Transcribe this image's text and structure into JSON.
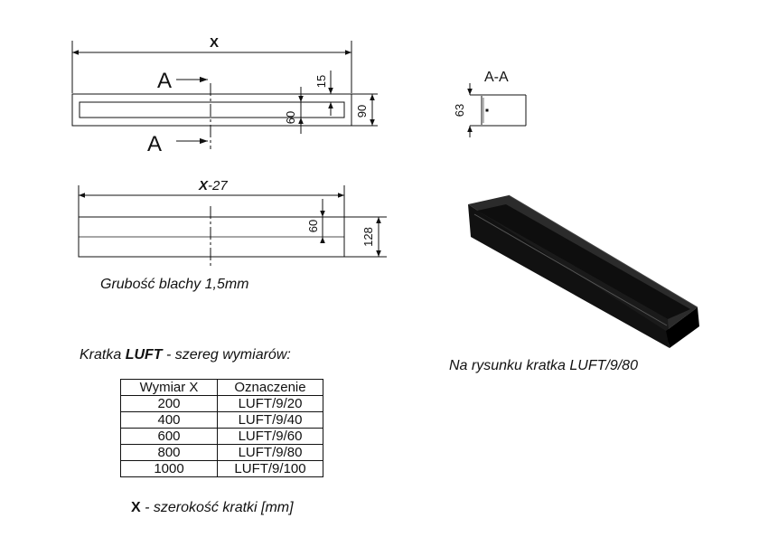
{
  "drawing": {
    "top_view": {
      "width_label": "X",
      "section_marker_top": "A",
      "section_marker_bottom": "A",
      "dim_inner": "60",
      "dim_flange": "15",
      "dim_height": "90"
    },
    "section_view": {
      "title": "A-A",
      "dim_depth": "63"
    },
    "front_view": {
      "width_label_bold": "X",
      "width_label_suffix": "-27",
      "dim_inner": "60",
      "dim_height": "128"
    },
    "thickness_note": "Grubość blachy 1,5mm",
    "illustration_caption": "Na rysunku kratka LUFT/9/80"
  },
  "series": {
    "prefix": "Kratka ",
    "name": "LUFT",
    "suffix": " - szereg wymiarów:"
  },
  "table": {
    "headers": [
      "Wymiar X",
      "Oznaczenie"
    ],
    "rows": [
      [
        "200",
        "LUFT/9/20"
      ],
      [
        "400",
        "LUFT/9/40"
      ],
      [
        "600",
        "LUFT/9/60"
      ],
      [
        "800",
        "LUFT/9/80"
      ],
      [
        "1000",
        "LUFT/9/100"
      ]
    ]
  },
  "legend": {
    "symbol": "X",
    "text": " - szerokość kratki [mm]"
  }
}
